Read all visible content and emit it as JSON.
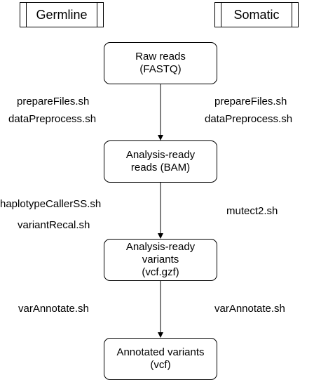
{
  "headers": {
    "germline": "Germline",
    "somatic": "Somatic"
  },
  "nodes": {
    "raw": [
      "Raw reads",
      "(FASTQ)"
    ],
    "bam": [
      "Analysis-ready",
      "reads (BAM)"
    ],
    "variants": [
      "Analysis-ready",
      "variants",
      "(vcf.gzf)"
    ],
    "annotated": [
      "Annotated variants",
      "(vcf)"
    ]
  },
  "steps": {
    "germline_1": [
      "prepareFiles.sh",
      "dataPreprocess.sh"
    ],
    "somatic_1": [
      "prepareFiles.sh",
      "dataPreprocess.sh"
    ],
    "germline_2": [
      "haplotypeCallerSS.sh",
      "variantRecal.sh"
    ],
    "somatic_2": [
      "mutect2.sh"
    ],
    "germline_3": [
      "varAnnotate.sh"
    ],
    "somatic_3": [
      "varAnnotate.sh"
    ]
  }
}
